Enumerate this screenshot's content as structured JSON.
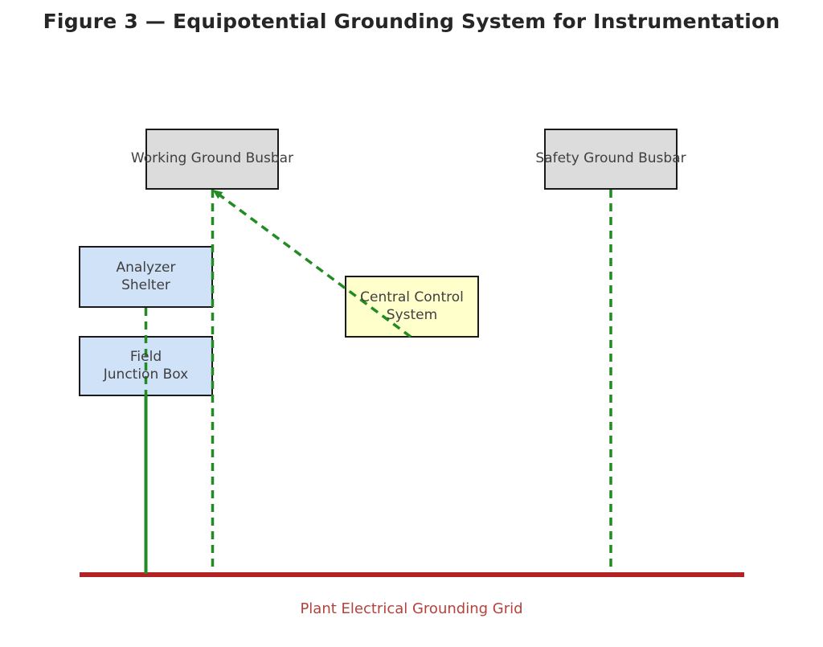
{
  "title": "Figure 3 — Equipotential Grounding System for Instrumentation",
  "colors": {
    "connection_green": "#228b22",
    "grid_line_red": "#b22222",
    "grid_label_red": "#b5413c",
    "busbar_fill": "#dcdcdc",
    "equipment_fill": "#cfe2f7",
    "control_fill": "#ffffcc",
    "box_border": "#1a1a1a"
  },
  "nodes": {
    "working_busbar": {
      "label": "Working Ground Busbar"
    },
    "safety_busbar": {
      "label": "Safety Ground Busbar"
    },
    "analyzer_shelter": {
      "line1": "Analyzer",
      "line2": "Shelter"
    },
    "field_junction_box": {
      "line1": "Field",
      "line2": "Junction Box"
    },
    "central_control": {
      "line1": "Central Control",
      "line2": "System"
    }
  },
  "grid": {
    "label": "Plant Electrical Grounding Grid"
  },
  "connections": {
    "edges": [
      {
        "from": "Central Control System",
        "to": "Working Ground Busbar",
        "style": "dashed-arrow"
      },
      {
        "from": "Working Ground Busbar",
        "to": "Plant Electrical Grounding Grid",
        "style": "dashed"
      },
      {
        "from": "Safety Ground Busbar",
        "to": "Plant Electrical Grounding Grid",
        "style": "dashed"
      },
      {
        "from": "Analyzer Shelter",
        "to": "Field Junction Box",
        "style": "dashed"
      },
      {
        "from": "Field Junction Box",
        "to": "Plant Electrical Grounding Grid",
        "style": "solid"
      }
    ]
  }
}
